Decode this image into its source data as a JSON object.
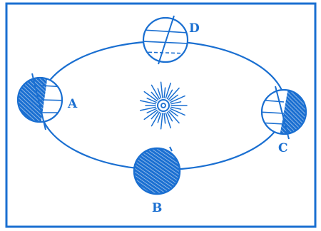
{
  "diagram": {
    "colors": {
      "ink": "#1a6fd1",
      "paper": "#ffffff"
    },
    "center": {
      "name": "sun-icon"
    },
    "positions": [
      {
        "id": "A",
        "label": "A",
        "shading": "left-half-dark"
      },
      {
        "id": "B",
        "label": "B",
        "shading": "fully-dark"
      },
      {
        "id": "C",
        "label": "C",
        "shading": "right-half-dark"
      },
      {
        "id": "D",
        "label": "D",
        "shading": "fully-lit"
      }
    ]
  }
}
